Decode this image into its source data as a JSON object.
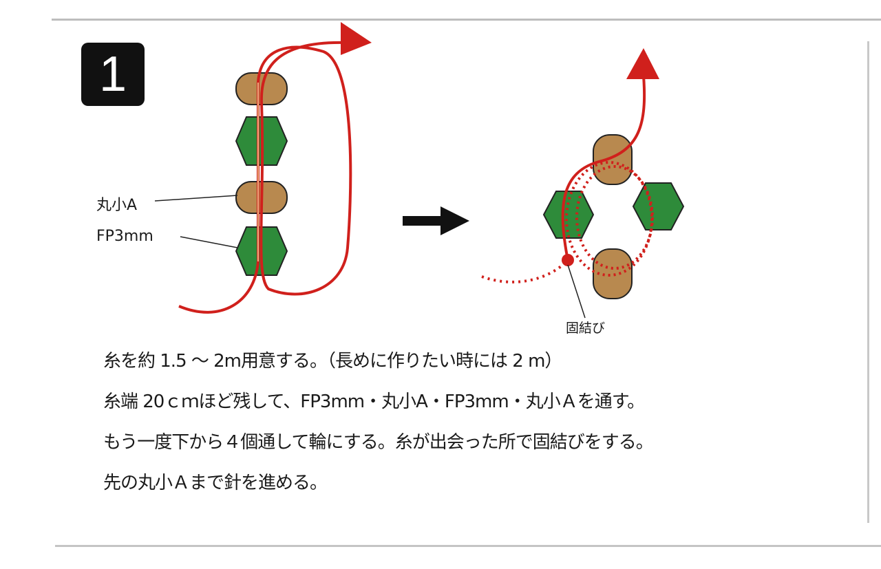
{
  "step": {
    "number": "1"
  },
  "diagram": {
    "label_bead_round": "丸小A",
    "label_bead_fp": "FP3mm",
    "label_knot": "固結び",
    "colors": {
      "thread": "#d0201c",
      "round_bead": "#b8894f",
      "fp_bead": "#2e8b3a",
      "arrow": "#111111"
    }
  },
  "instructions": [
    "糸を約 1.5 ～ 2m用意する。（長めに作りたい時には 2 m）",
    "糸端 20ｃｍほど残して、FP3mm・丸小A・FP3mm・丸小Ａを通す。",
    "もう一度下から４個通して輪にする。糸が出会った所で固結びをする。",
    "先の丸小Ａまで針を進める。"
  ]
}
